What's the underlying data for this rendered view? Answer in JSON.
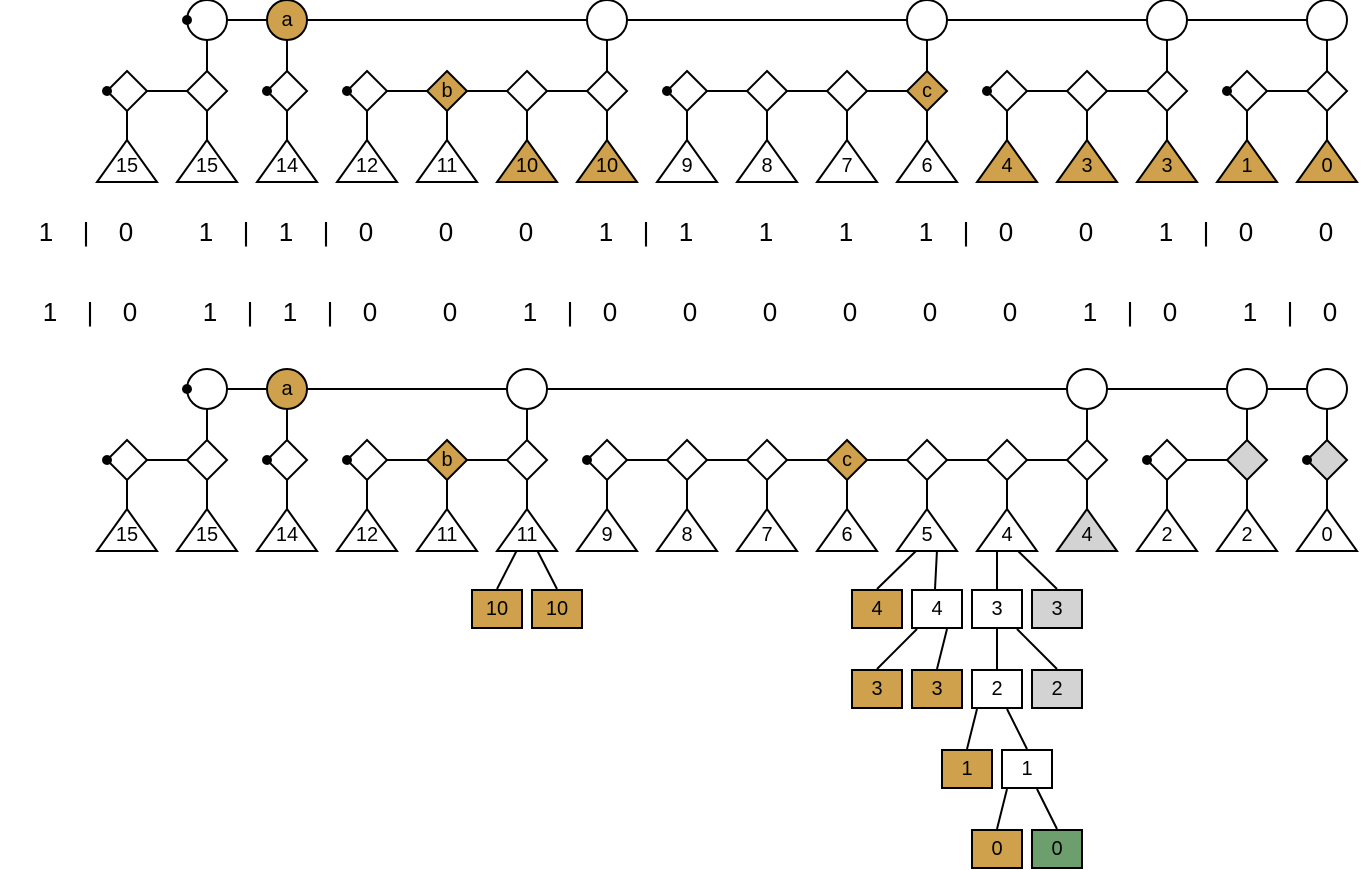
{
  "colors": {
    "gold": "#cfa14d",
    "grey": "#d3d3d3",
    "green": "#6d9e6d",
    "white": "#ffffff",
    "stroke": "#000000"
  },
  "top_diagram": {
    "roots": [
      {
        "id": "t-r1",
        "label": "",
        "color": "white",
        "dot": true
      },
      {
        "id": "t-r2",
        "label": "a",
        "color": "gold",
        "dot": false
      },
      {
        "id": "t-r3",
        "label": "",
        "color": "white",
        "dot": false
      },
      {
        "id": "t-r4",
        "label": "",
        "color": "white",
        "dot": false
      },
      {
        "id": "t-r5",
        "label": "",
        "color": "white",
        "dot": false
      },
      {
        "id": "t-r6",
        "label": "",
        "color": "white",
        "dot": false
      }
    ],
    "diamonds": [
      {
        "label": "",
        "color": "white",
        "dot": true
      },
      {
        "label": "",
        "color": "white",
        "dot": false
      },
      {
        "label": "",
        "color": "white",
        "dot": true
      },
      {
        "label": "",
        "color": "white",
        "dot": true
      },
      {
        "label": "b",
        "color": "gold",
        "dot": false
      },
      {
        "label": "",
        "color": "white",
        "dot": false
      },
      {
        "label": "",
        "color": "white",
        "dot": false
      },
      {
        "label": "",
        "color": "white",
        "dot": true
      },
      {
        "label": "",
        "color": "white",
        "dot": false
      },
      {
        "label": "",
        "color": "white",
        "dot": false
      },
      {
        "label": "c",
        "color": "gold",
        "dot": false
      },
      {
        "label": "",
        "color": "white",
        "dot": true
      },
      {
        "label": "",
        "color": "white",
        "dot": false
      },
      {
        "label": "",
        "color": "white",
        "dot": false
      },
      {
        "label": "",
        "color": "white",
        "dot": true
      },
      {
        "label": "",
        "color": "white",
        "dot": false
      }
    ],
    "triangles": [
      {
        "label": "15",
        "color": "white"
      },
      {
        "label": "15",
        "color": "white"
      },
      {
        "label": "14",
        "color": "white"
      },
      {
        "label": "12",
        "color": "white"
      },
      {
        "label": "11",
        "color": "white"
      },
      {
        "label": "10",
        "color": "gold"
      },
      {
        "label": "10",
        "color": "gold"
      },
      {
        "label": "9",
        "color": "white"
      },
      {
        "label": "8",
        "color": "white"
      },
      {
        "label": "7",
        "color": "white"
      },
      {
        "label": "6",
        "color": "white"
      },
      {
        "label": "4",
        "color": "gold"
      },
      {
        "label": "3",
        "color": "gold"
      },
      {
        "label": "3",
        "color": "gold"
      },
      {
        "label": "1",
        "color": "gold"
      },
      {
        "label": "0",
        "color": "gold"
      }
    ]
  },
  "bit_rows": [
    [
      "1",
      "|",
      "0",
      "1",
      "|",
      "1",
      "|",
      "0",
      "0",
      "0",
      "1",
      "|",
      "1",
      "1",
      "1",
      "1",
      "|",
      "0",
      "0",
      "1",
      "|",
      "0",
      "0"
    ],
    [
      "1",
      "|",
      "0",
      "1",
      "|",
      "1",
      "|",
      "0",
      "0",
      "1",
      "|",
      "0",
      "0",
      "0",
      "0",
      "0",
      "0",
      "1",
      "|",
      "0",
      "1",
      "|",
      "0"
    ]
  ],
  "bottom_diagram": {
    "roots": [
      {
        "id": "b-r1",
        "label": "",
        "color": "white",
        "dot": true
      },
      {
        "id": "b-r2",
        "label": "a",
        "color": "gold",
        "dot": false
      },
      {
        "id": "b-r3",
        "label": "",
        "color": "white",
        "dot": false
      },
      {
        "id": "b-r4",
        "label": "",
        "color": "white",
        "dot": false
      },
      {
        "id": "b-r5",
        "label": "",
        "color": "white",
        "dot": false
      },
      {
        "id": "b-r6",
        "label": "",
        "color": "white",
        "dot": false
      }
    ],
    "diamonds": [
      {
        "label": "",
        "color": "white",
        "dot": true
      },
      {
        "label": "",
        "color": "white",
        "dot": false
      },
      {
        "label": "",
        "color": "white",
        "dot": true
      },
      {
        "label": "",
        "color": "white",
        "dot": true
      },
      {
        "label": "b",
        "color": "gold",
        "dot": false
      },
      {
        "label": "",
        "color": "white",
        "dot": false
      },
      {
        "label": "",
        "color": "white",
        "dot": true
      },
      {
        "label": "",
        "color": "white",
        "dot": false
      },
      {
        "label": "",
        "color": "white",
        "dot": false
      },
      {
        "label": "c",
        "color": "gold",
        "dot": false
      },
      {
        "label": "",
        "color": "white",
        "dot": false
      },
      {
        "label": "",
        "color": "white",
        "dot": false
      },
      {
        "label": "",
        "color": "white",
        "dot": false
      },
      {
        "label": "",
        "color": "white",
        "dot": true
      },
      {
        "label": "",
        "color": "grey",
        "dot": false
      },
      {
        "label": "",
        "color": "grey",
        "dot": true
      }
    ],
    "triangles": [
      {
        "label": "15",
        "color": "white"
      },
      {
        "label": "15",
        "color": "white"
      },
      {
        "label": "14",
        "color": "white"
      },
      {
        "label": "12",
        "color": "white"
      },
      {
        "label": "11",
        "color": "white"
      },
      {
        "label": "11",
        "color": "white"
      },
      {
        "label": "9",
        "color": "white"
      },
      {
        "label": "8",
        "color": "white"
      },
      {
        "label": "7",
        "color": "white"
      },
      {
        "label": "6",
        "color": "white"
      },
      {
        "label": "5",
        "color": "white"
      },
      {
        "label": "4",
        "color": "white"
      },
      {
        "label": "4",
        "color": "grey"
      },
      {
        "label": "2",
        "color": "white"
      },
      {
        "label": "2",
        "color": "white"
      },
      {
        "label": "0",
        "color": "white"
      }
    ],
    "boxes": [
      {
        "label": "10",
        "color": "gold"
      },
      {
        "label": "10",
        "color": "gold"
      },
      {
        "label": "4",
        "color": "gold"
      },
      {
        "label": "4",
        "color": "white"
      },
      {
        "label": "3",
        "color": "white"
      },
      {
        "label": "3",
        "color": "grey"
      },
      {
        "label": "3",
        "color": "gold"
      },
      {
        "label": "3",
        "color": "gold"
      },
      {
        "label": "2",
        "color": "white"
      },
      {
        "label": "2",
        "color": "grey"
      },
      {
        "label": "1",
        "color": "gold"
      },
      {
        "label": "1",
        "color": "white"
      },
      {
        "label": "0",
        "color": "gold"
      },
      {
        "label": "0",
        "color": "green"
      }
    ]
  }
}
